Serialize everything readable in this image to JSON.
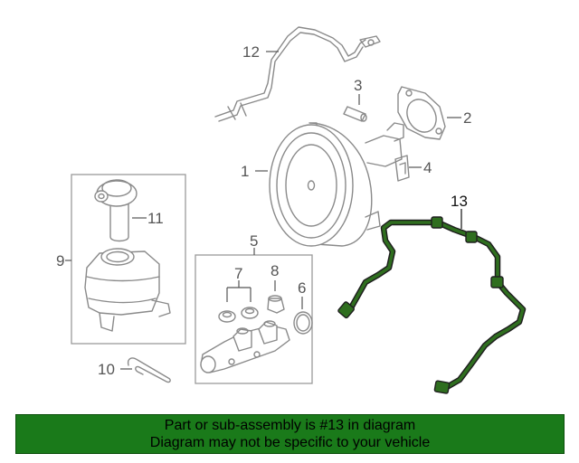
{
  "callouts": {
    "c1": "1",
    "c2": "2",
    "c3": "3",
    "c4": "4",
    "c5": "5",
    "c6": "6",
    "c7": "7",
    "c8": "8",
    "c9": "9",
    "c10": "10",
    "c11": "11",
    "c12": "12",
    "c13": "13"
  },
  "highlighted_part": "13",
  "colors": {
    "banner_background": "#1a7a1a",
    "highlight": "#2f6e1f",
    "line_art": "#8a8a8a"
  },
  "banner": {
    "line1": "Part or sub-assembly is #13 in diagram",
    "line2": "Diagram may not be specific to your vehicle"
  }
}
